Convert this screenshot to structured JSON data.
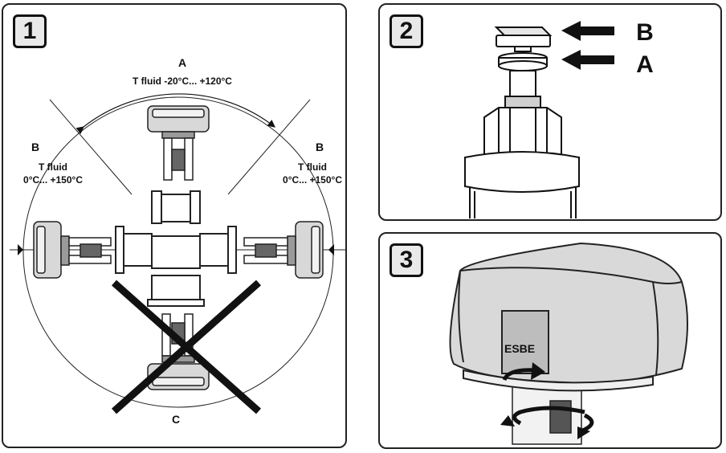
{
  "panel1": {
    "number": "1",
    "label_a": "A",
    "label_a_range": "T fluid -20°C... +120°C",
    "label_b_left": "B",
    "label_b_left_title": "T fluid",
    "label_b_left_range": "0°C... +150°C",
    "label_b_right": "B",
    "label_b_right_title": "T fluid",
    "label_b_right_range": "0°C... +150°C",
    "label_c": "C"
  },
  "panel2": {
    "number": "2",
    "label_b": "B",
    "label_a": "A"
  },
  "panel3": {
    "number": "3",
    "brand": "ESBE"
  }
}
